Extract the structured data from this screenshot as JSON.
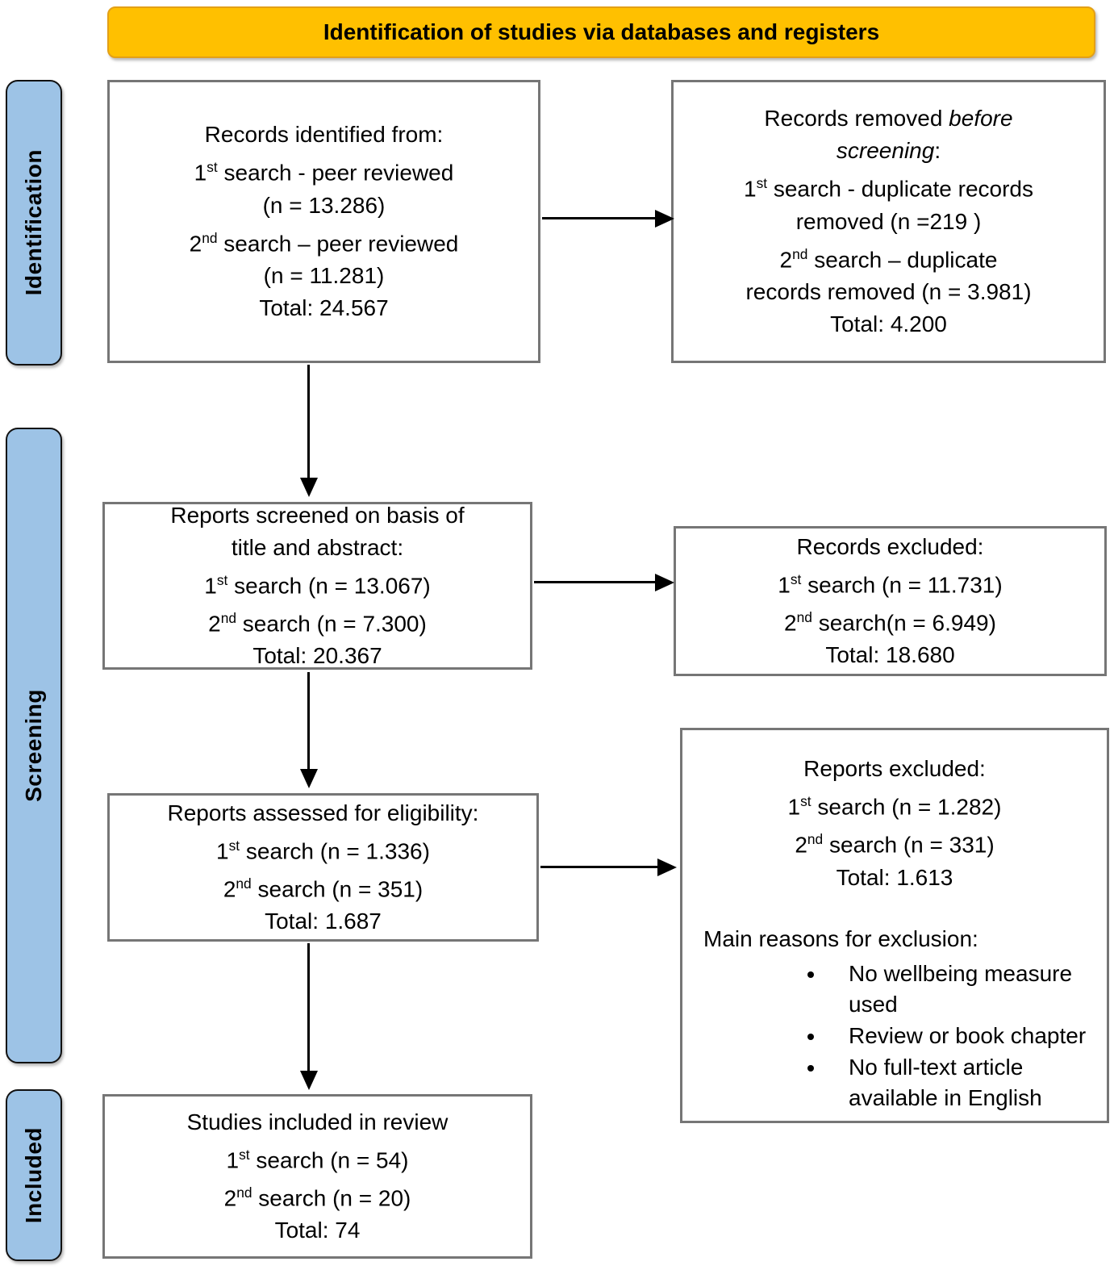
{
  "banner": {
    "label": "Identification of studies via databases and registers"
  },
  "colors": {
    "banner_fill": "#FFC000",
    "banner_border": "#E3A017",
    "stage_fill": "#9DC3E6",
    "stage_border": "#111111",
    "box_border": "#767676",
    "arrow": "#000000",
    "text": "#000000"
  },
  "stages": [
    {
      "label": "Identification"
    },
    {
      "label": "Screening"
    },
    {
      "label": "Included"
    }
  ],
  "boxes": {
    "records_identified": {
      "lines": [
        [
          {
            "t": "Records identified from:"
          }
        ],
        [
          {
            "t": "1"
          },
          {
            "t": "st",
            "s": "sup"
          },
          {
            "t": " search - peer reviewed"
          }
        ],
        [
          {
            "t": "(n = 13.286)"
          }
        ],
        [
          {
            "t": "2"
          },
          {
            "t": "nd",
            "s": "sup"
          },
          {
            "t": " search – peer reviewed"
          }
        ],
        [
          {
            "t": "(n = 11.281)"
          }
        ],
        [
          {
            "t": "Total: 24.567"
          }
        ]
      ]
    },
    "records_removed": {
      "lines": [
        [
          {
            "t": "Records removed "
          },
          {
            "t": "before",
            "s": "i"
          }
        ],
        [
          {
            "t": "screening",
            "s": "i"
          },
          {
            "t": ":"
          }
        ],
        [
          {
            "t": "1"
          },
          {
            "t": "st",
            "s": "sup"
          },
          {
            "t": " search - duplicate records"
          }
        ],
        [
          {
            "t": "removed  (n =219 )"
          }
        ],
        [
          {
            "t": "2"
          },
          {
            "t": "nd",
            "s": "sup"
          },
          {
            "t": " search – duplicate"
          }
        ],
        [
          {
            "t": "records removed (n = 3.981)"
          }
        ],
        [
          {
            "t": "Total: 4.200"
          }
        ]
      ]
    },
    "reports_screened": {
      "lines": [
        [
          {
            "t": "Reports screened on basis of"
          }
        ],
        [
          {
            "t": "title and abstract:"
          }
        ],
        [
          {
            "t": "1"
          },
          {
            "t": "st",
            "s": "sup"
          },
          {
            "t": " search (n = 13.067)"
          }
        ],
        [
          {
            "t": "2"
          },
          {
            "t": "nd",
            "s": "sup"
          },
          {
            "t": " search (n = 7.300)"
          }
        ],
        [
          {
            "t": "Total: 20.367"
          }
        ]
      ]
    },
    "records_excluded": {
      "lines": [
        [
          {
            "t": "Records excluded:"
          }
        ],
        [
          {
            "t": "1"
          },
          {
            "t": "st",
            "s": "sup"
          },
          {
            "t": " search (n = 11.731)"
          }
        ],
        [
          {
            "t": "2"
          },
          {
            "t": "nd",
            "s": "sup"
          },
          {
            "t": " search(n = 6.949)"
          }
        ],
        [
          {
            "t": "Total: 18.680"
          }
        ]
      ]
    },
    "reports_assessed": {
      "lines": [
        [
          {
            "t": "Reports assessed for eligibility:"
          }
        ],
        [
          {
            "t": "1"
          },
          {
            "t": "st",
            "s": "sup"
          },
          {
            "t": " search (n = 1.336)"
          }
        ],
        [
          {
            "t": "2"
          },
          {
            "t": "nd",
            "s": "sup"
          },
          {
            "t": " search (n = 351)"
          }
        ],
        [
          {
            "t": "Total: 1.687"
          }
        ]
      ]
    },
    "reports_excluded": {
      "lines": [
        [
          {
            "t": "Reports excluded:"
          }
        ],
        [
          {
            "t": "1"
          },
          {
            "t": "st",
            "s": "sup"
          },
          {
            "t": " search (n = 1.282)"
          }
        ],
        [
          {
            "t": "2"
          },
          {
            "t": "nd",
            "s": "sup"
          },
          {
            "t": " search (n = 331)"
          }
        ],
        [
          {
            "t": "Total: 1.613"
          }
        ]
      ],
      "reasons_heading": "Main reasons for exclusion:",
      "reasons": [
        "No wellbeing measure used",
        "Review or book chapter",
        "No full-text article available in English"
      ]
    },
    "studies_included": {
      "lines": [
        [
          {
            "t": "Studies included in review"
          }
        ],
        [
          {
            "t": "1"
          },
          {
            "t": "st",
            "s": "sup"
          },
          {
            "t": " search (n = 54)"
          }
        ],
        [
          {
            "t": "2"
          },
          {
            "t": "nd",
            "s": "sup"
          },
          {
            "t": " search (n = 20)"
          }
        ],
        [
          {
            "t": "Total: 74"
          }
        ]
      ]
    }
  }
}
